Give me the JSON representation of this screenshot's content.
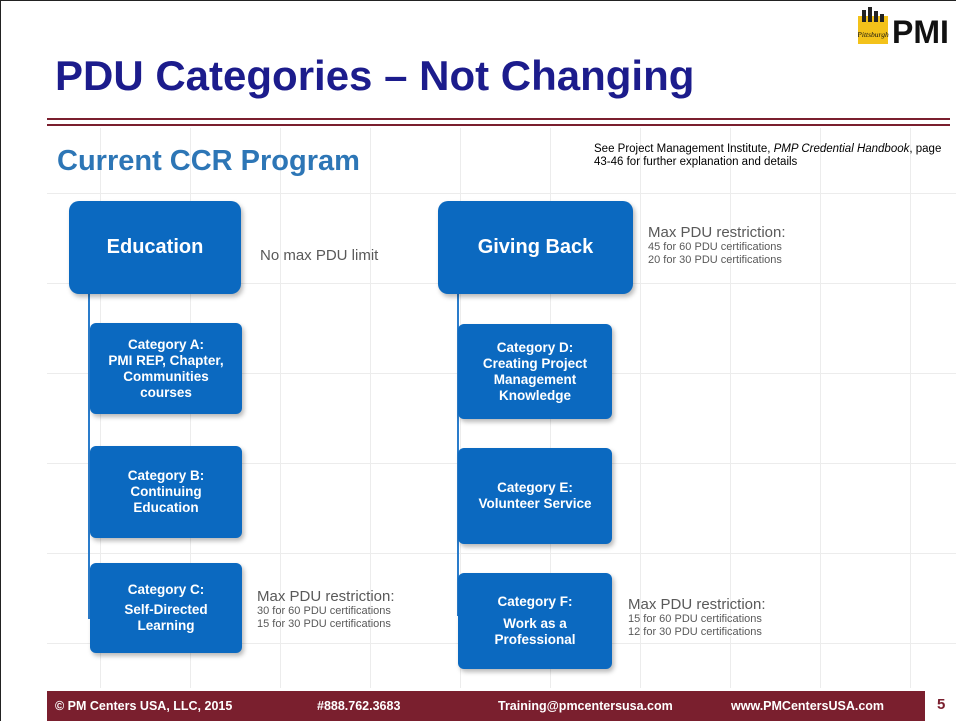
{
  "slide": {
    "title": "PDU Categories – Not Changing",
    "reference_note": {
      "prefix": "See Project Management Institute, ",
      "italic": "PMP Credential Handbook",
      "suffix": ", page 43-46 for further explanation and details"
    },
    "logo": {
      "badge_text": "Pittsburgh",
      "mark_text": "PMI"
    },
    "page_number": "5"
  },
  "diagram": {
    "heading": "Current CCR Program",
    "education": {
      "label": "Education",
      "limit_text": "No max PDU limit",
      "categories": [
        {
          "title": "Category A:",
          "desc": "PMI REP, Chapter, Communities courses"
        },
        {
          "title": "Category B:",
          "desc": "Continuing Education"
        },
        {
          "title": "Category C:",
          "desc": "Self-Directed Learning"
        }
      ],
      "category_c_restriction": {
        "heading": "Max PDU restriction:",
        "line1": "30 for 60 PDU certifications",
        "line2": "15 for 30 PDU certifications"
      }
    },
    "giving_back": {
      "label": "Giving Back",
      "restriction": {
        "heading": "Max PDU restriction:",
        "line1": "45 for 60 PDU certifications",
        "line2": "20 for 30 PDU certifications"
      },
      "categories": [
        {
          "title": "Category D:",
          "desc": "Creating Project Management Knowledge"
        },
        {
          "title": "Category E:",
          "desc": "Volunteer Service"
        },
        {
          "title": "Category F:",
          "desc": "Work as a Professional"
        }
      ],
      "category_f_restriction": {
        "heading": "Max PDU restriction:",
        "line1": "15 for 60 PDU certifications",
        "line2": "12 for 30 PDU certifications"
      }
    }
  },
  "footer": {
    "copyright": "© PM Centers USA, LLC, 2015",
    "phone": "#888.762.3683",
    "email": "Training@pmcentersusa.com",
    "website": "www.PMCentersUSA.com"
  },
  "colors": {
    "title_navy": "#1c1c8c",
    "box_blue": "#0b69c0",
    "heading_blue": "#2d76b6",
    "maroon": "#7a1f2e",
    "gray_text": "#595959"
  }
}
